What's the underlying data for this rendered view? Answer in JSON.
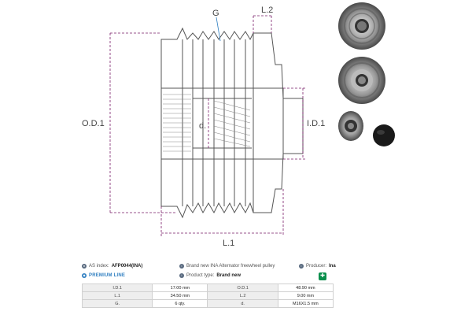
{
  "drawing": {
    "labels": {
      "groove": "G",
      "length2": "L.2",
      "outer_diameter": "O.D.1",
      "inner_diameter": "I.D.1",
      "bore": "d.",
      "length1": "L.1"
    }
  },
  "info": {
    "index_key": "AS index:",
    "index_value": "AFP0044(INA)",
    "premium": "PREMIUM LINE",
    "description": "Brand new INA Alternator freewheel pulley",
    "product_type_key": "Product type:",
    "product_type_value": "Brand new",
    "producer_key": "Producer:",
    "producer_value": "Ina"
  },
  "specs": [
    {
      "k1": "I.D.1",
      "v1": "17.00 mm",
      "k2": "O.D.1",
      "v2": "48.90 mm"
    },
    {
      "k1": "L.1",
      "v1": "34.50 mm",
      "k2": "L.2",
      "v2": "9.00 mm"
    },
    {
      "k1": "G.",
      "v1": "6 qty.",
      "k2": "d.",
      "v2": "M16X1.5 mm"
    }
  ],
  "colors": {
    "accent": "#2f7fc1",
    "ina_green": "#0a8f4c",
    "line": "#555555",
    "dimension": "#7a1f6a"
  }
}
